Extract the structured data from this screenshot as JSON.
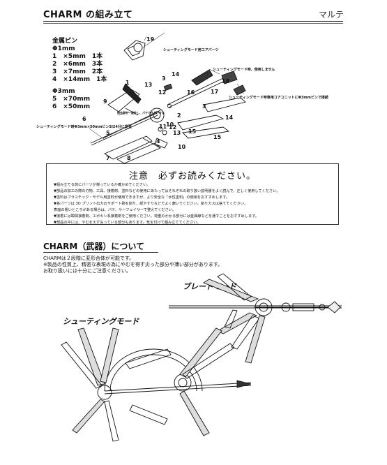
{
  "header": {
    "title": "CHARM の組み立て",
    "right_label": "マルテ"
  },
  "parts": {
    "heading": "金属ピン",
    "group1_size": "Φ1mm",
    "group1": [
      "1　×5mm　1本",
      "2　×6mm　3本",
      "3　×7mm　2本",
      "4　×14mm　1本"
    ],
    "group2_size": "Φ3mm",
    "group2": [
      "5　×70mm",
      "6　×50mm"
    ]
  },
  "diagram": {
    "callouts": [
      "シューティングモード用コアパーツ",
      "シューティングモード時、使用しません",
      "シューティングモード時専用コアユニットにΦ3mmピンで接続",
      "シューティングモード時Φ3mm×50mmピンSI24分に変更",
      "接合面を一度外し、パテで仕上げする"
    ],
    "numbers": [
      "19",
      "14",
      "3",
      "1",
      "13",
      "12",
      "18",
      "17",
      "16",
      "9",
      "2",
      "3",
      "14",
      "11",
      "10",
      "13",
      "12",
      "15",
      "15",
      "5",
      "6",
      "7",
      "8",
      "10",
      "4"
    ]
  },
  "notice": {
    "title": "注意　必ずお読みください。",
    "lines": [
      "▼組み立てる前にパーツが揃っているか確かめてください。",
      "▼部品の加工の際の刃物、工具、接着剤、塗料などの使用にあたってはそれぞれの取り扱い説明書をよく読んで、正しく使用してください。",
      "▼塗料はプラスチック・モデル用塗料が使用できますが、より安全な「水性塗料」の使用をおすすめします。",
      "▼各パーツは 3D プリント出力のサポート跡を削り、紙やすりなどでよく磨いてください。削りカスは捨ててください。",
      "表面の粗いところがある場合は、パテ、サーフェイサーで整えてください。",
      "▼接着には瞬間接着剤、エポキシ系接着剤をご使用ください。荷重のかかる部分には金属線などを通すことをおすすめします。",
      "▼部品の中には、やむをえず尖っている部分もあります。気を付けて組み立ててください。"
    ]
  },
  "about": {
    "title": "CHARM（武器）について",
    "lines": [
      "CHARMは２段階に変形合体が可能です。",
      "※製品の性質上、精密な表現の為にやむを得ず尖った部分や薄い部分があります。",
      "お取り扱いには十分にご注意ください。"
    ]
  },
  "modes": {
    "blade_label": "ブレードモード",
    "shooting_label": "シューティングモード"
  }
}
